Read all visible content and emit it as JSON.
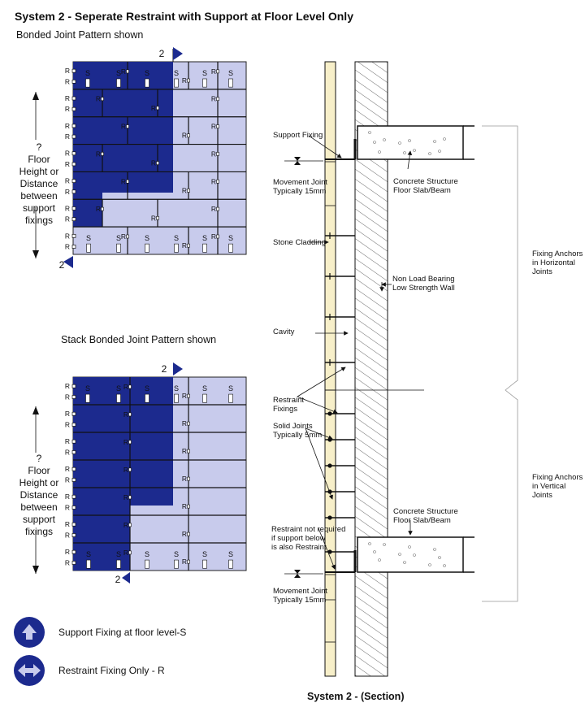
{
  "title": "System 2 - Seperate Restraint with Support at Floor Level Only",
  "bonded_subtitle": "Bonded Joint Pattern shown",
  "stack_subtitle": "Stack Bonded Joint Pattern shown",
  "side_note": {
    "q": "?",
    "l1": "Floor",
    "l2": "Height or",
    "l3": "Distance",
    "l4": "between",
    "l5": "support",
    "l6": "fixings"
  },
  "section_marker": "2",
  "marks": {
    "support": "S",
    "restraint": "R"
  },
  "section_title": "System 2 - (Section)",
  "labels": {
    "support_fixing": "Support Fixing",
    "movement_joint_1": "Movement Joint",
    "movement_joint_2": "Typically 15mm",
    "concrete_1": "Concrete Structure",
    "concrete_2": "Floor Slab/Beam",
    "stone_cladding": "Stone Cladding",
    "non_load_1": "Non Load Bearing",
    "non_load_2": "Low Strength Wall",
    "cavity": "Cavity",
    "restraint_1": "Restraint",
    "restraint_2": "Fixings",
    "solid_1": "Solid Joints",
    "solid_2": "Typically 5mm",
    "not_required_1": "Restraint not required",
    "not_required_2": "if support  below",
    "not_required_3": "is also Restraint",
    "anchors_h_1": "Fixing Anchors",
    "anchors_h_2": "in Horizontal",
    "anchors_h_3": "Joints",
    "anchors_v_1": "Fixing Anchors",
    "anchors_v_2": "in Vertical Joints"
  },
  "legend": {
    "support": "Support Fixing at floor level-S",
    "restraint": "Restraint Fixing Only - R"
  },
  "colors": {
    "dark_panel": "#1c2a8e",
    "light_panel": "#c8cbec",
    "cladding": "#f7efc9",
    "legend_circle": "#1c2a8e"
  }
}
